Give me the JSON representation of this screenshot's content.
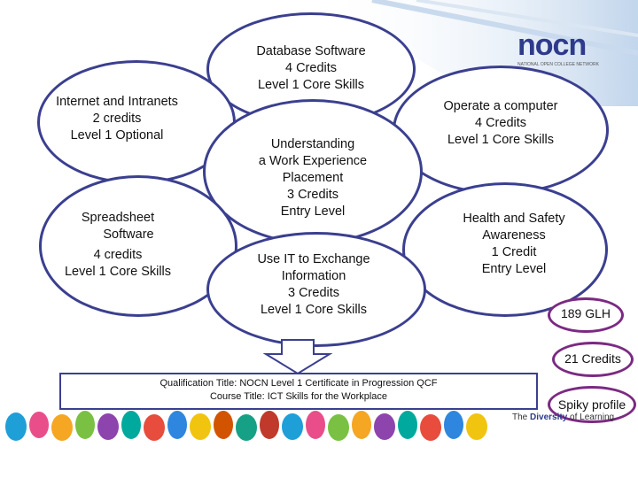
{
  "nodes": {
    "database": [
      "Database Software",
      "4 Credits",
      "Level 1 Core Skills"
    ],
    "internet": [
      "Internet and Intranets",
      "2 credits",
      "Level 1 Optional"
    ],
    "operate": [
      "Operate a computer",
      "4 Credits",
      "Level 1 Core Skills"
    ],
    "understanding": [
      "Understanding",
      "a Work Experience",
      "Placement",
      "3 Credits",
      "Entry Level"
    ],
    "spreadsheet": [
      "Spreadsheet",
      "Software",
      "4 credits",
      "Level 1 Core Skills"
    ],
    "health": [
      "Health and Safety",
      "Awareness",
      "1 Credit",
      "Entry Level"
    ],
    "useit": [
      "Use IT to Exchange",
      "Information",
      "3 Credits",
      "Level 1 Core Skills"
    ]
  },
  "badges": {
    "glh": "189 GLH",
    "credits": "21 Credits",
    "spiky": "Spiky profile"
  },
  "qualification": {
    "line1": "Qualification Title: NOCN Level 1 Certificate in Progression QCF",
    "line2": "Course Title: ICT Skills for the Workplace"
  },
  "branding": {
    "logo": "nocn",
    "logo_sub": "NATIONAL OPEN COLLEGE NETWORK",
    "tagline_pre": "The ",
    "tagline_bold": "Diversity",
    "tagline_post": " of Learning"
  },
  "colors": {
    "ellipse_border": "#3b3f8f",
    "badge_border": "#7b2a82",
    "logo": "#2e3a8c"
  }
}
